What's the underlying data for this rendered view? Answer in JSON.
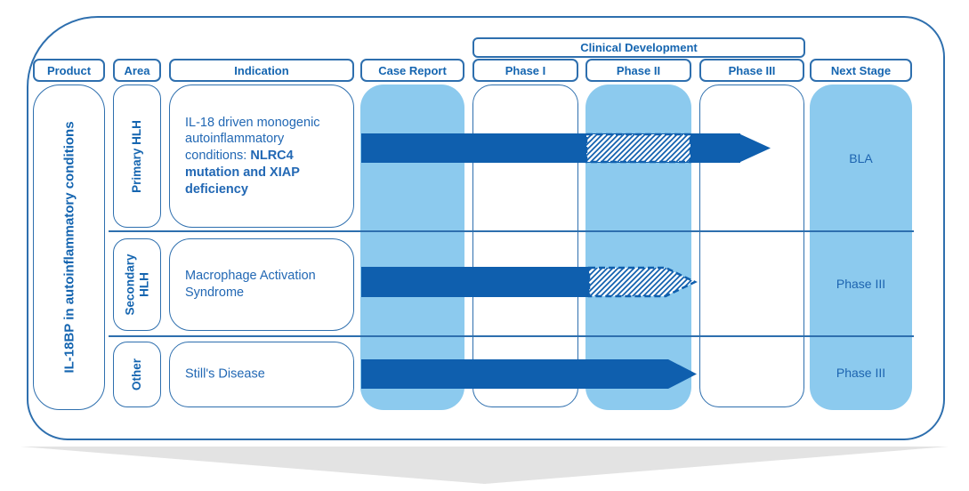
{
  "header": {
    "clinical_development_label": "Clinical Development",
    "columns": [
      "Product",
      "Area",
      "Indication",
      "Case Report",
      "Phase I",
      "Phase II",
      "Phase III",
      "Next Stage"
    ]
  },
  "product": {
    "label": "IL-18BP in autoinflammatory conditions"
  },
  "rows": [
    {
      "area": "Primary HLH",
      "indication_normal": "IL-18 driven monogenic autoinflammatory conditions: ",
      "indication_bold": "NLRC4 mutation and XIAP deficiency",
      "next_stage": "BLA",
      "progress": {
        "solid_through": "Phase I",
        "hatched_over": "Phase II",
        "arrow_tip_in": "Phase III"
      }
    },
    {
      "area": "Secondary HLH",
      "indication_normal": "Macrophage Activation Syndrome",
      "indication_bold": "",
      "next_stage": "Phase III",
      "progress": {
        "solid_through": "Phase I",
        "hatched_over": "Phase II",
        "arrow_tip_in": "end of Phase II"
      }
    },
    {
      "area": "Other",
      "indication_normal": "Still's Disease",
      "indication_bold": "",
      "next_stage": "Phase III",
      "progress": {
        "solid_through": "Phase II",
        "hatched_over": "",
        "arrow_tip_in": "end of Phase II"
      }
    }
  ],
  "colors": {
    "dark_blue_arrow": "#0f5fae",
    "light_blue_fill": "#8ccaee",
    "border_blue": "#2e6fae",
    "text_blue": "#1d64b0",
    "chevron_gray": "#e3e3e3"
  }
}
